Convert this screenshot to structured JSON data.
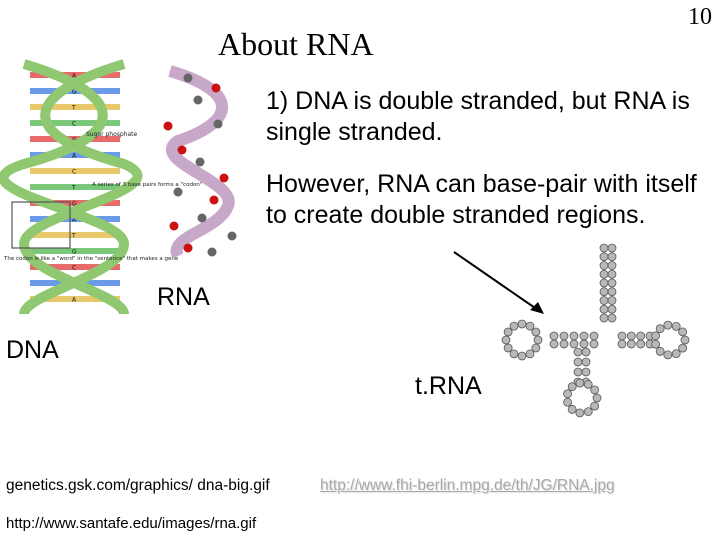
{
  "slide": {
    "number": "10",
    "title": "About RNA",
    "point1": "1) DNA is double stranded, but RNA is single stranded.",
    "point2": "However, RNA can base-pair with itself to create double stranded regions.",
    "labels": {
      "rna": "RNA",
      "dna": "DNA",
      "trna": "t.RNA"
    },
    "sources": {
      "dna": "genetics.gsk.com/graphics/ dna-big.gif",
      "trna": "http://www.fhi-berlin.mpg.de/th/JG/RNA.jpg",
      "rna": "http://www.santafe.edu/images/rna.gif"
    }
  },
  "dna_image": {
    "base_letters": [
      "A",
      "G",
      "T",
      "C",
      "G",
      "A",
      "C",
      "T",
      "G",
      "A",
      "T",
      "G",
      "C",
      "T",
      "A"
    ],
    "strand_label": "Sugar phosphate",
    "codon_note": "A series of 3 base pairs forms a \"codon\"",
    "caption": "The codon is like a \"word\" in the \"sentence\" that makes a gene"
  },
  "colors": {
    "dna_strand": "#8fc870",
    "rna_backbone": "#c8a8c8",
    "bead_red": "#cc1111",
    "bead_gray": "#666666",
    "trna_bead": "#b8b8b8"
  }
}
